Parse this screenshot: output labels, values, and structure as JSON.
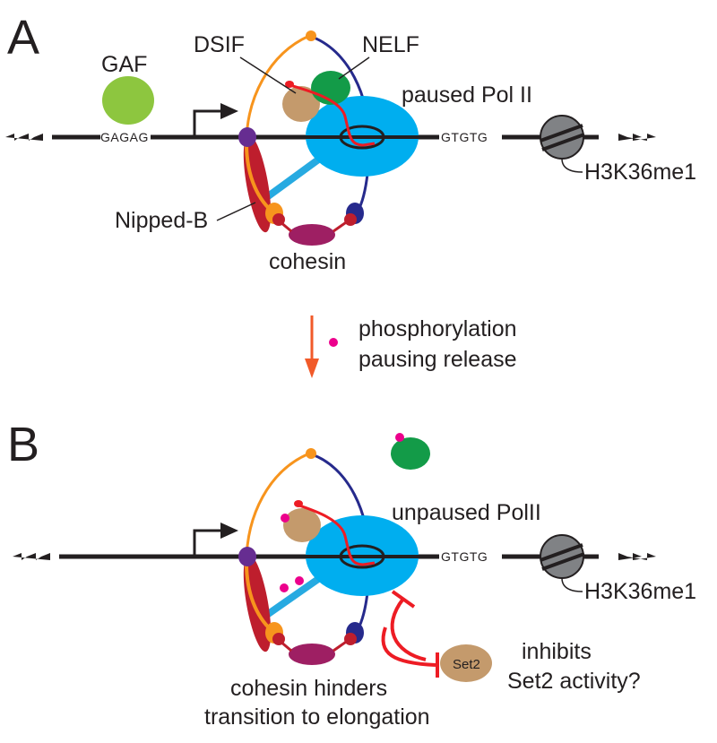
{
  "panel_a": {
    "letter": "A",
    "labels": {
      "gaf": "GAF",
      "dsif": "DSIF",
      "nelf": "NELF",
      "pol": "paused Pol II",
      "upstream_seq": "GAGAG",
      "downstream_seq": "GTGTG",
      "histone": "H3K36me1",
      "nipped_b": "Nipped-B",
      "cohesin": "cohesin"
    }
  },
  "transition": {
    "line1": "phosphorylation",
    "line2": "pausing release"
  },
  "panel_b": {
    "letter": "B",
    "labels": {
      "pol": "unpaused PolII",
      "downstream_seq": "GTGTG",
      "histone": "H3K36me1",
      "set2": "Set2",
      "inhibits_line1": "inhibits",
      "inhibits_line2": "Set2 activity?",
      "hinders_line1": "cohesin hinders",
      "hinders_line2": "transition to elongation"
    }
  },
  "colors": {
    "gaf": "#8dc63f",
    "nelf": "#139b48",
    "dsif": "#c49a6c",
    "pol": "#00aeef",
    "cohesin": "#9e1f63",
    "nipped_b": "#be1e2d",
    "orange": "#f7941d",
    "navy": "#262a8c",
    "purple": "#662d91",
    "red": "#ed1c24",
    "arrow": "#f15a29",
    "phospho": "#ec008c",
    "histone": "#808285"
  }
}
